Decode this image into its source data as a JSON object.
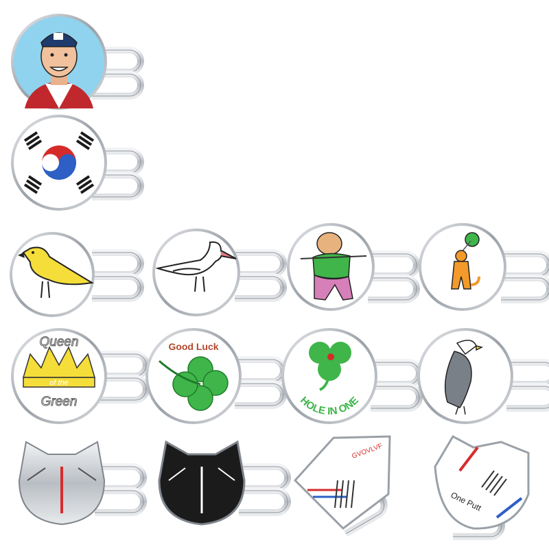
{
  "markers": {
    "queen_top": "Queen",
    "queen_mid": "of the",
    "queen_bottom": "Green",
    "good_luck": "Good Luck",
    "hole_in_one": "HOLE IN ONE",
    "gvovlvf": "GVOVLVF",
    "one_putt": "One Putt"
  },
  "colors": {
    "metal": "#c9cdd2",
    "metal_dark": "#8e949b",
    "sky": "#8fd3ee",
    "yellow": "#f5dd3a",
    "green": "#3fb54a",
    "red": "#d62b2b",
    "blue": "#2d5fc4",
    "black": "#1b1b1b"
  },
  "icons": [
    "man-face-icon",
    "korea-flag-icon",
    "yellow-bird-icon",
    "seagull-icon",
    "bulldog-golfer-icon",
    "tiger-golfer-icon",
    "crown-icon",
    "clover-icon",
    "shamrock-icon",
    "eagle-icon",
    "cat-marker-icon",
    "arrow-marker-icon"
  ]
}
